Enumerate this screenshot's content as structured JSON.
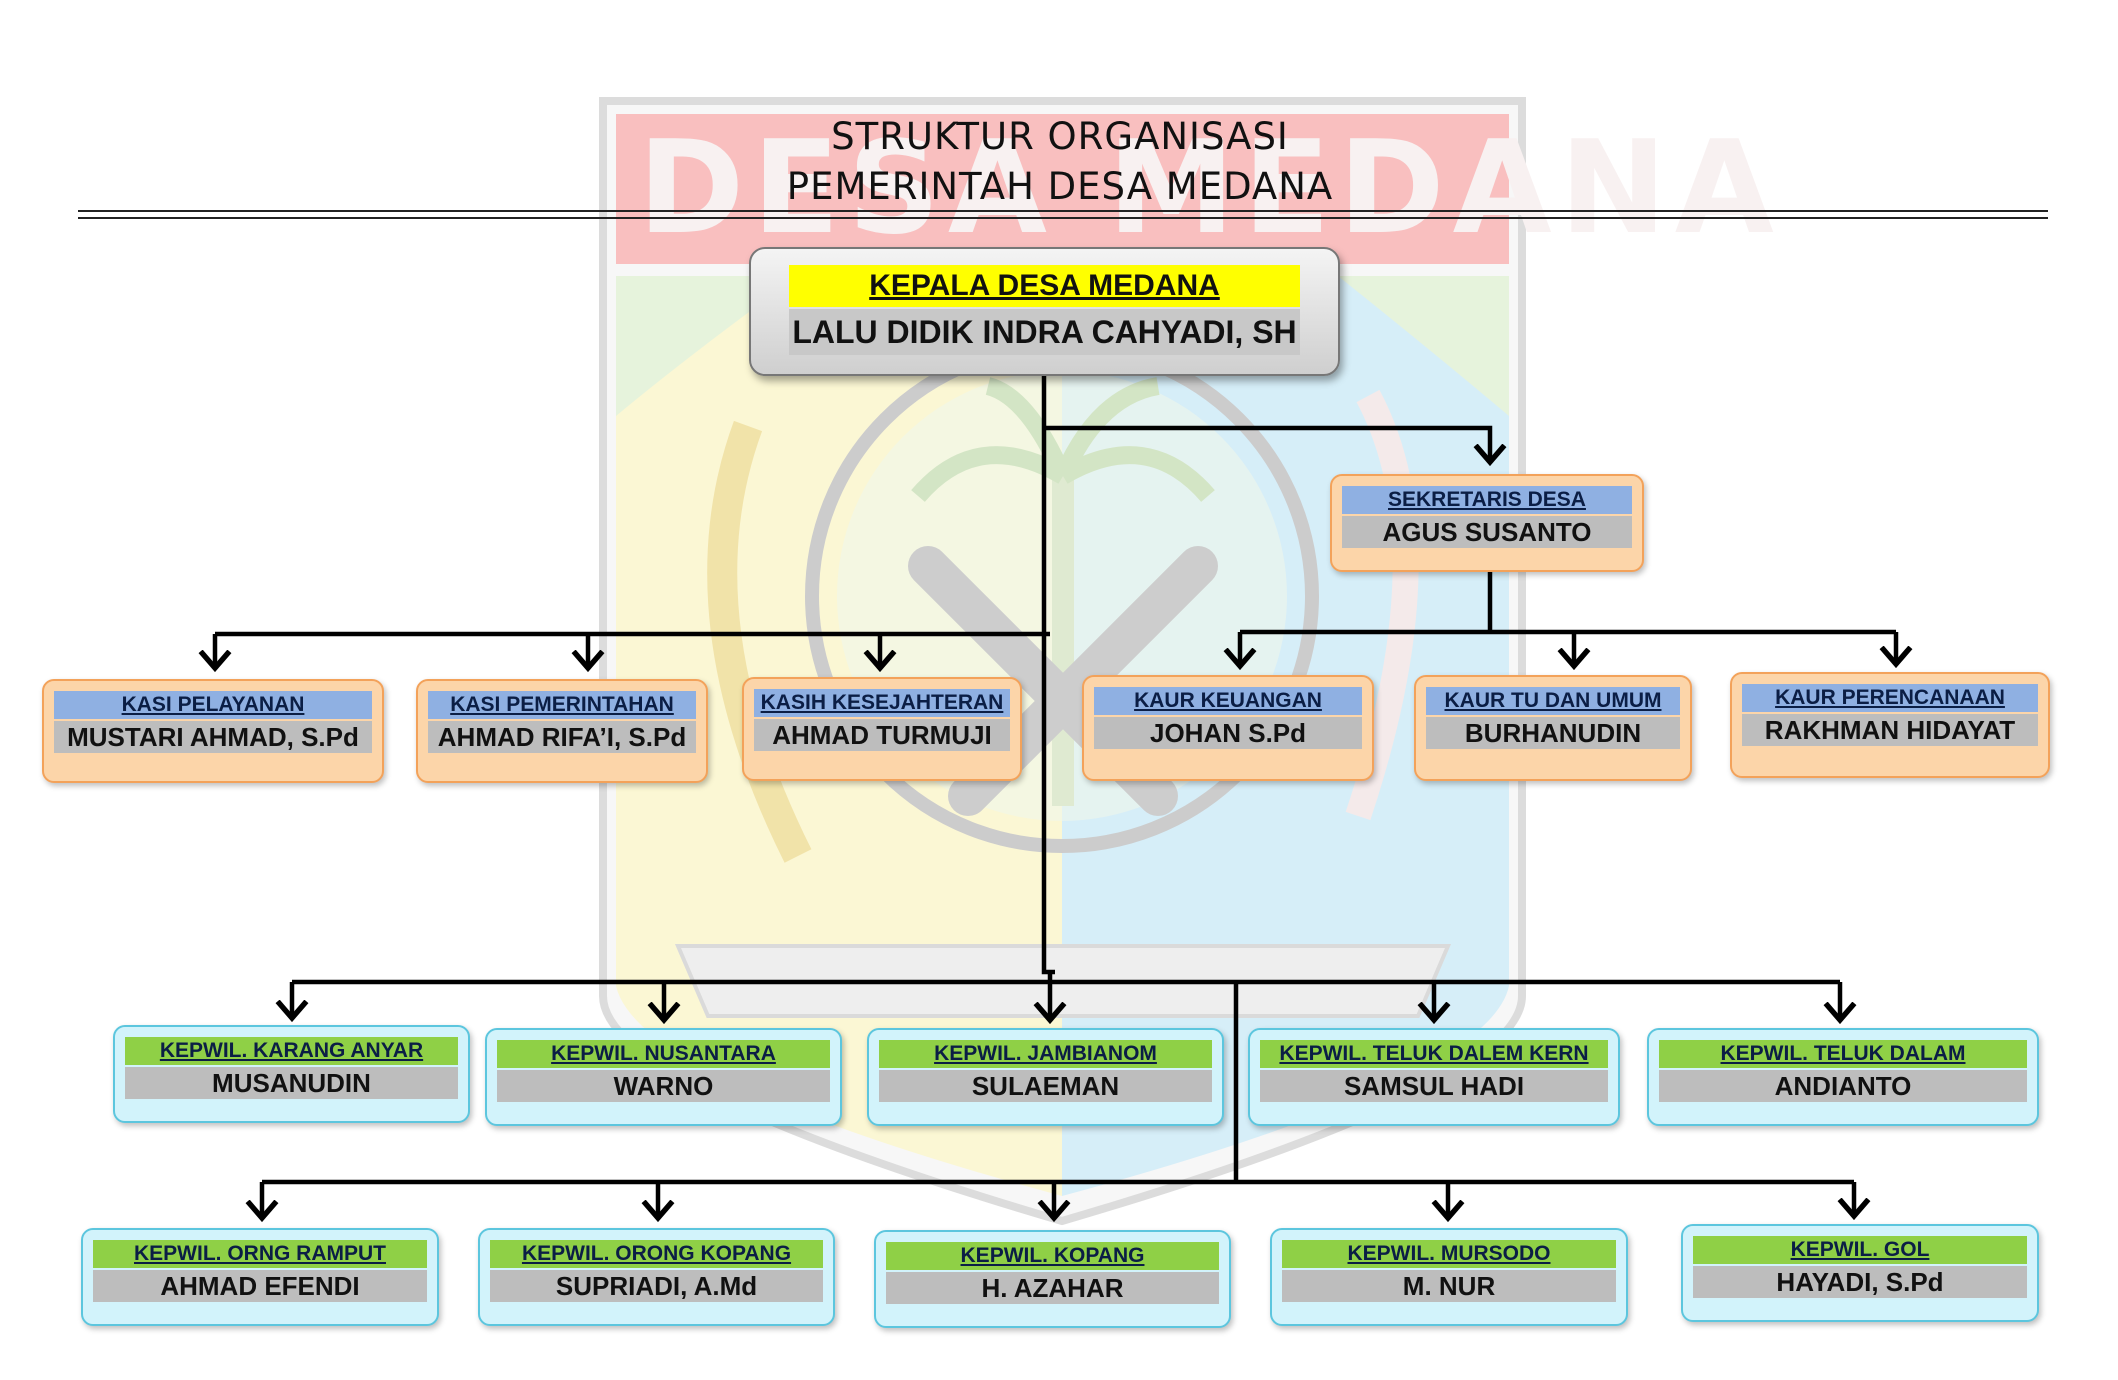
{
  "title": {
    "line1": "STRUKTUR ORGANISASI",
    "line2": "PEMERINTAH DESA MEDANA"
  },
  "watermark": {
    "text": "DESA MEDANA"
  },
  "colors": {
    "head_role_bg": "#ffff00",
    "staff_role_bg": "#8fb0e2",
    "staff_box": "#fcd5a9",
    "kepwil_role_bg": "#8fd046",
    "kepwil_box": "#d2f3fb",
    "name_bg": "#bdbdbd"
  },
  "head": {
    "role": "KEPALA DESA MEDANA",
    "name": "LALU DIDIK INDRA CAHYADI, SH"
  },
  "secretary": {
    "role": "SEKRETARIS DESA",
    "name": "AGUS SUSANTO"
  },
  "kasi": [
    {
      "role": "KASI PELAYANAN",
      "name": "MUSTARI AHMAD, S.Pd"
    },
    {
      "role": "KASI PEMERINTAHAN",
      "name": "AHMAD RIFA’I, S.Pd"
    },
    {
      "role": "KASIH KESEJAHTERAN",
      "name": "AHMAD TURMUJI"
    }
  ],
  "kaur": [
    {
      "role": "KAUR KEUANGAN",
      "name": "JOHAN S.Pd"
    },
    {
      "role": "KAUR TU DAN UMUM",
      "name": "BURHANUDIN"
    },
    {
      "role": "KAUR PERENCANAAN",
      "name": "RAKHMAN HIDAYAT"
    }
  ],
  "kepwil_row1": [
    {
      "role": "KEPWIL. KARANG ANYAR",
      "name": "MUSANUDIN"
    },
    {
      "role": "KEPWIL. NUSANTARA",
      "name": "WARNO"
    },
    {
      "role": "KEPWIL. JAMBIANOM",
      "name": "SULAEMAN"
    },
    {
      "role": "KEPWIL. TELUK DALEM KERN",
      "name": "SAMSUL HADI"
    },
    {
      "role": "KEPWIL. TELUK DALAM",
      "name": "ANDIANTO"
    }
  ],
  "kepwil_row2": [
    {
      "role": "KEPWIL. ORNG RAMPUT",
      "name": "AHMAD EFENDI"
    },
    {
      "role": "KEPWIL. ORONG KOPANG",
      "name": "SUPRIADI, A.Md"
    },
    {
      "role": "KEPWIL. KOPANG",
      "name": "H. AZAHAR"
    },
    {
      "role": "KEPWIL. MURSODO",
      "name": "M. NUR"
    },
    {
      "role": "KEPWIL. GOL",
      "name": "HAYADI, S.Pd"
    }
  ]
}
